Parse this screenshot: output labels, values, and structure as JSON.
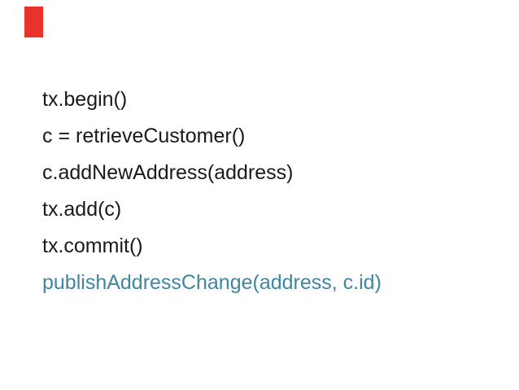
{
  "slide": {
    "background_color": "#ffffff",
    "marker": {
      "color": "#e8332a"
    },
    "code": {
      "text_color": "#1a1a1a",
      "highlight_color": "#4186a1",
      "lines": [
        {
          "text": "tx.begin()",
          "emphasis": "normal"
        },
        {
          "text": "c = retrieveCustomer()",
          "emphasis": "normal"
        },
        {
          "text": "c.addNewAddress(address)",
          "emphasis": "normal"
        },
        {
          "text": "tx.add(c)",
          "emphasis": "normal"
        },
        {
          "text": "tx.commit()",
          "emphasis": "normal"
        },
        {
          "text": "publishAddressChange(address, c.id)",
          "emphasis": "highlight"
        }
      ]
    }
  }
}
